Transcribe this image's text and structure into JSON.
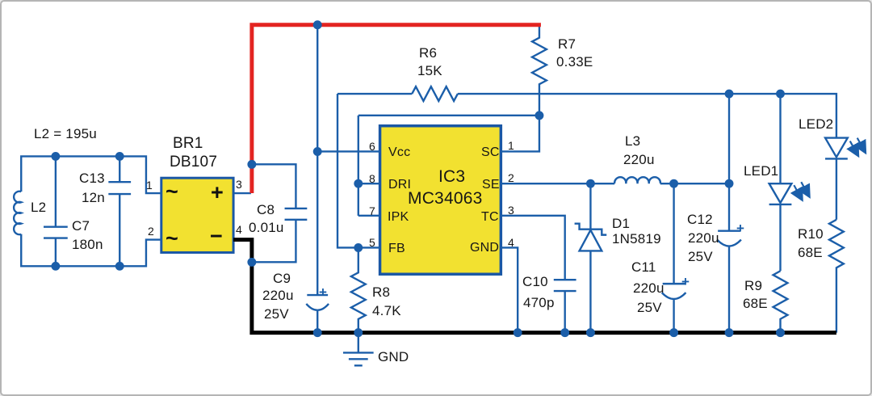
{
  "diagram_type": "circuit-schematic",
  "colors": {
    "wire_blue": "#1b5ea9",
    "vin_red": "#e32421",
    "ground_black": "#000000",
    "component_fill_yellow": "#f2e130",
    "component_border_blue": "#1a57a5",
    "text": "#161616"
  },
  "nets": {
    "gnd_label": "GND"
  },
  "components": {
    "L2": {
      "name": "L2",
      "note": "L2 = 195u"
    },
    "C13": {
      "name": "C13",
      "value": "12n"
    },
    "C7": {
      "name": "C7",
      "value": "180n"
    },
    "BR1": {
      "name": "BR1",
      "part": "DB107",
      "pins": {
        "p1": "1",
        "p2": "2",
        "p3": "3",
        "p4": "4"
      },
      "symbols": {
        "ac_top": "~",
        "plus": "+",
        "ac_bottom": "~",
        "minus": "−"
      }
    },
    "C8": {
      "name": "C8",
      "value": "0.01u"
    },
    "C9": {
      "name": "C9",
      "value": "220u",
      "voltage": "25V",
      "polarity": "+"
    },
    "R6": {
      "name": "R6",
      "value": "15K"
    },
    "R7": {
      "name": "R7",
      "value": "0.33E"
    },
    "R8": {
      "name": "R8",
      "value": "4.7K"
    },
    "IC3": {
      "name": "IC3",
      "part": "MC34063",
      "pins_left": [
        {
          "num": "6",
          "label": "Vcc"
        },
        {
          "num": "8",
          "label": "DRI"
        },
        {
          "num": "7",
          "label": "IPK"
        },
        {
          "num": "5",
          "label": "FB"
        }
      ],
      "pins_right": [
        {
          "num": "1",
          "label": "SC"
        },
        {
          "num": "2",
          "label": "SE"
        },
        {
          "num": "3",
          "label": "TC"
        },
        {
          "num": "4",
          "label": "GND"
        }
      ]
    },
    "C10": {
      "name": "C10",
      "value": "470p"
    },
    "D1": {
      "name": "D1",
      "part": "1N5819"
    },
    "L3": {
      "name": "L3",
      "value": "220u"
    },
    "C11": {
      "name": "C11",
      "value": "220u",
      "voltage": "25V",
      "polarity": "+"
    },
    "C12": {
      "name": "C12",
      "value": "220u",
      "voltage": "25V",
      "polarity": "+"
    },
    "LED1": {
      "name": "LED1"
    },
    "LED2": {
      "name": "LED2"
    },
    "R9": {
      "name": "R9",
      "value": "68E"
    },
    "R10": {
      "name": "R10",
      "value": "68E"
    }
  }
}
